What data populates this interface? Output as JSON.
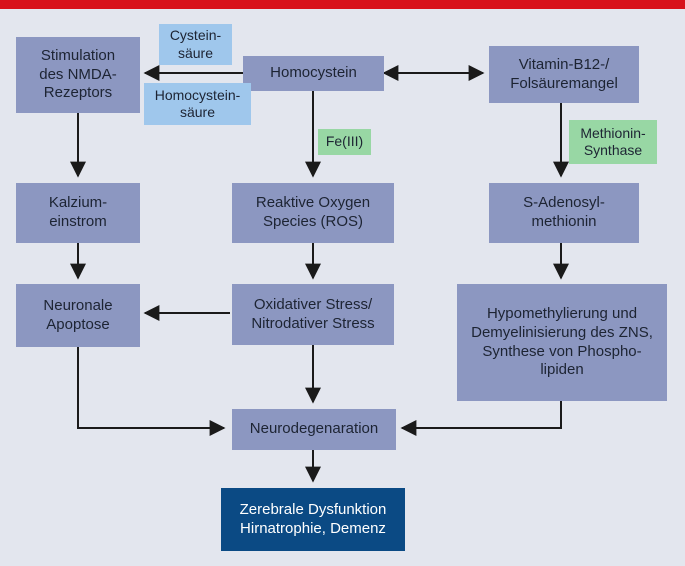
{
  "colors": {
    "topbar": "#d8111a",
    "background": "#e3e6ee",
    "node": "#8c97c1",
    "node_text": "#1d2433",
    "label_blue": "#9fc7ec",
    "label_green": "#98d7a4",
    "final_node": "#0b4a84",
    "arrow": "#1a1a1a"
  },
  "nodes": {
    "nmda": "Stimulation\ndes NMDA-\nRezeptors",
    "homocystein": "Homocystein",
    "vitamin": "Vitamin-B12-/\nFolsäuremangel",
    "kalzium": "Kalzium-\neinstrom",
    "ros": "Reaktive Oxygen\nSpecies (ROS)",
    "adenosyl": "S-Adenosyl-\nmethionin",
    "apoptose": "Neuronale\nApoptose",
    "stress": "Oxidativer Stress/\nNitrodativer Stress",
    "hypomethyl": "Hypomethylierung und\nDemyelinisierung des ZNS,\nSynthese von Phospho-\nlipiden",
    "neurodegen": "Neurodegenaration",
    "dysfunktion": "Zerebrale Dysfunktion\nHirnatrophie, Demenz"
  },
  "labels": {
    "cystein": "Cystein-\nsäure",
    "homocysteinsaeure": "Homocystein-\nsäure",
    "fe": "Fe(III)",
    "methionin": "Methionin-\nSynthase"
  }
}
